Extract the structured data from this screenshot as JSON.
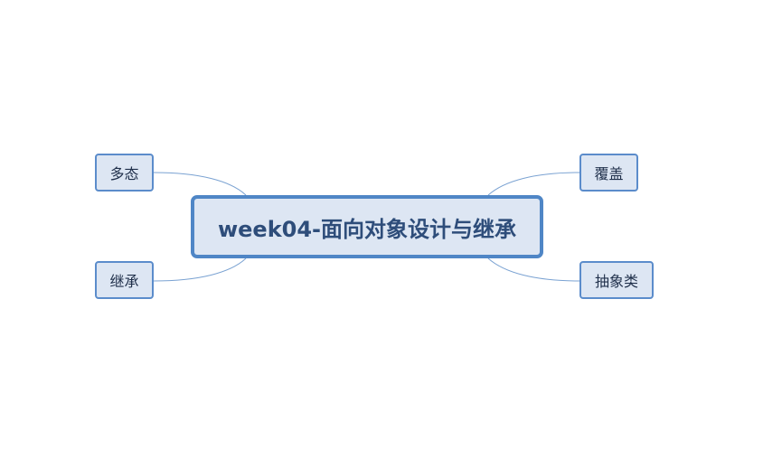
{
  "mindmap": {
    "central_topic": "week04-面向对象设计与继承",
    "branches": {
      "duotai": "多态",
      "jicheng": "继承",
      "fugai": "覆盖",
      "chouxiang": "抽象类"
    }
  },
  "colors": {
    "node_fill": "#dde6f3",
    "node_border": "#5b8ccb",
    "central_border": "#4f86c6",
    "central_text": "#2e4d7a",
    "connector": "#7aa2d2"
  }
}
